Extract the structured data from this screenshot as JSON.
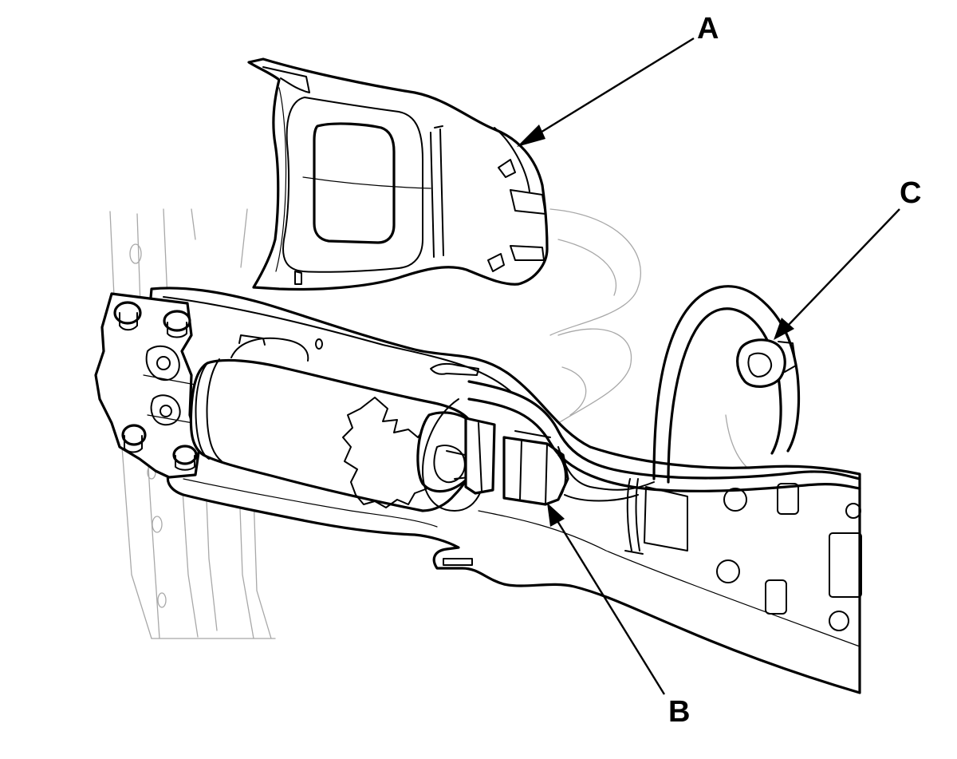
{
  "callouts": {
    "a": {
      "label": "A"
    },
    "b": {
      "label": "B"
    },
    "c": {
      "label": "C"
    }
  },
  "colors": {
    "line": "#000000",
    "hidden_line": "#a8a8a8",
    "background": "#ffffff"
  }
}
